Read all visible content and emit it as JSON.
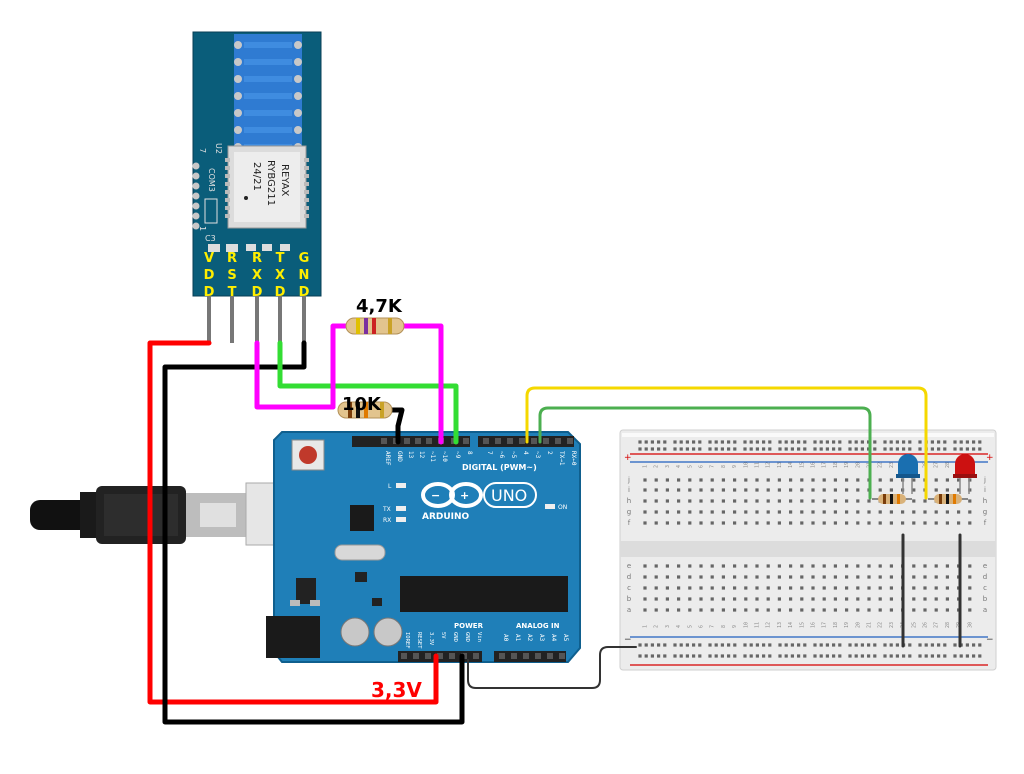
{
  "module": {
    "chip_lines": [
      "REYAX",
      "RYBG211",
      "24/21"
    ],
    "silk_u2": "U2",
    "silk_c3": "C3",
    "silk_com3": "COM3",
    "silk_7": "7",
    "silk_1": "1",
    "pins": [
      {
        "id": "vdd",
        "letters": [
          "V",
          "D",
          "D"
        ]
      },
      {
        "id": "rst",
        "letters": [
          "R",
          "S",
          "T"
        ]
      },
      {
        "id": "rxd",
        "letters": [
          "R",
          "X",
          "D"
        ]
      },
      {
        "id": "txd",
        "letters": [
          "T",
          "X",
          "D"
        ]
      },
      {
        "id": "gnd",
        "letters": [
          "G",
          "N",
          "D"
        ]
      }
    ]
  },
  "annotations": {
    "resistor_top": "4,7K",
    "resistor_bottom": "10K",
    "voltage": "3,3V"
  },
  "arduino": {
    "logo_text": "ARDUINO",
    "model": "UNO",
    "digital_label": "DIGITAL (PWM~)",
    "power_label": "POWER",
    "analog_label": "ANALOG IN",
    "on_label": "ON",
    "led_l": "L",
    "led_tx": "TX",
    "led_rx": "RX",
    "digital_pins": [
      "AREF",
      "GND",
      "13",
      "12",
      "~11",
      "~10",
      "~9",
      "8",
      "7",
      "~6",
      "~5",
      "4",
      "~3",
      "2",
      "TX→1",
      "RX←0"
    ],
    "power_pins": [
      "IOREF",
      "RESET",
      "3.3V",
      "5V",
      "GND",
      "GND",
      "Vin"
    ],
    "analog_pins": [
      "A0",
      "A1",
      "A2",
      "A3",
      "A4",
      "A5"
    ]
  },
  "breadboard": {
    "row_letters_top": [
      "j",
      "i",
      "h",
      "g",
      "f"
    ],
    "row_letters_bottom": [
      "e",
      "d",
      "c",
      "b",
      "a"
    ],
    "col_numbers": [
      "1",
      "2",
      "3",
      "4",
      "5",
      "6",
      "7",
      "8",
      "9",
      "10",
      "11",
      "12",
      "13",
      "14",
      "15",
      "16",
      "17",
      "18",
      "19",
      "20",
      "21",
      "22",
      "23",
      "24",
      "25",
      "26",
      "27",
      "28",
      "29",
      "30"
    ],
    "rail_plus": "+",
    "rail_minus": "−"
  },
  "colors": {
    "wire_red": "#ff0000",
    "wire_black": "#000000",
    "wire_magenta": "#ff00ff",
    "wire_green": "#33dd33",
    "wire_yellow": "#f5d800",
    "wire_green2": "#4caf50",
    "wire_gray": "#333333",
    "arduino_blue": "#1f7fb8",
    "module_pcb": "#0a5d7a",
    "pin_label_yellow": "#ffee00",
    "led_blue": "#1a6fb0",
    "led_red": "#cc1111"
  },
  "icons": [
    "usb-cable-icon",
    "arduino-infinity-logo-icon",
    "led-icon",
    "resistor-icon"
  ]
}
